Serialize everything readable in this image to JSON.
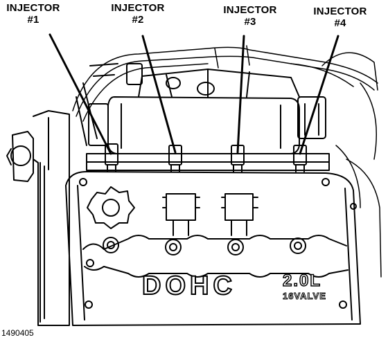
{
  "labels": [
    {
      "title": "INJECTOR",
      "number": "#1"
    },
    {
      "title": "INJECTOR",
      "number": "#2"
    },
    {
      "title": "INJECTOR",
      "number": "#3"
    },
    {
      "title": "INJECTOR",
      "number": "#4"
    }
  ],
  "cover_text": {
    "main": "DOHC",
    "displacement": "2.0L",
    "valve": "16VALVE"
  },
  "figure_code": "1490405"
}
